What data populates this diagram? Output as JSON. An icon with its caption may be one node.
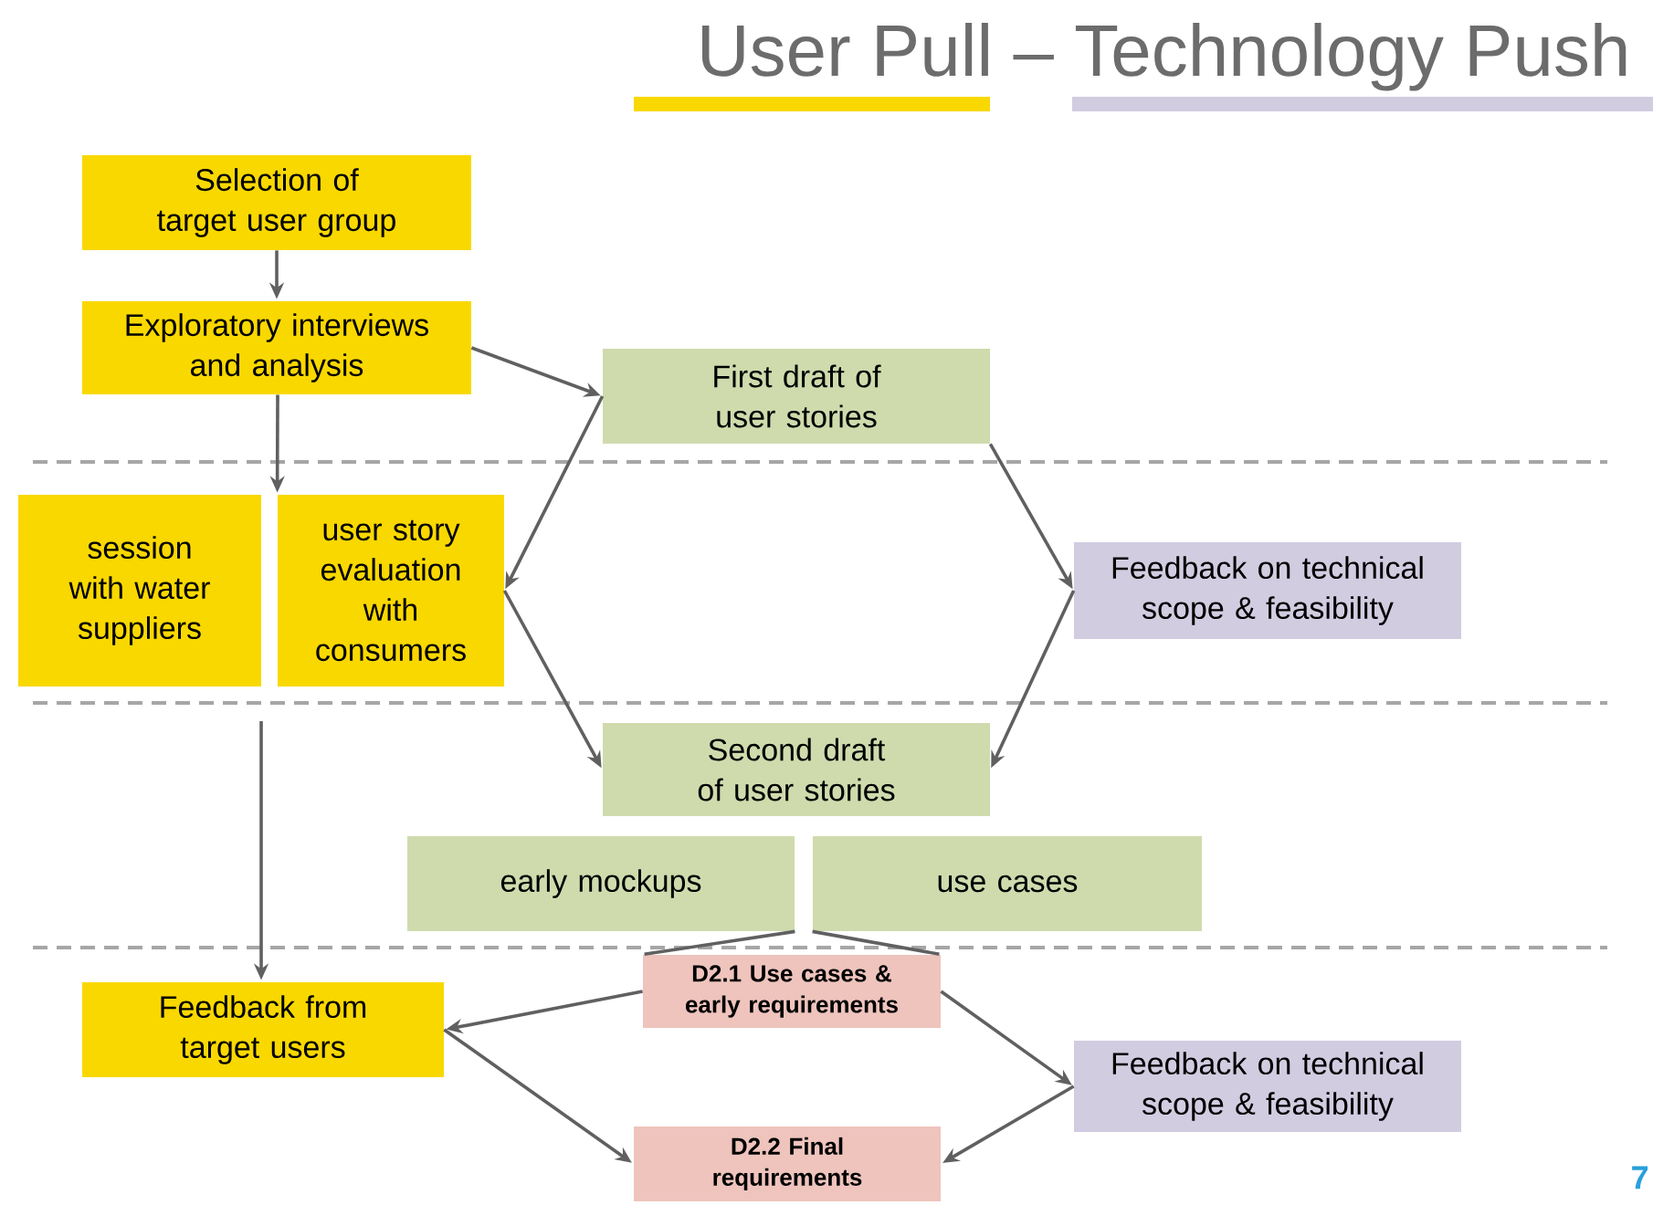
{
  "diagram": {
    "title": "User Pull – Technology Push",
    "nodes": [
      {
        "text": [
          "Selection of target user group"
        ]
      },
      {
        "text": [
          "Exploratory interviews and analysis"
        ]
      },
      {
        "text": [
          "First draft of user stories"
        ]
      },
      {
        "text": [
          "session with water suppliers"
        ]
      },
      {
        "text": [
          "user story evaluation with consumers"
        ]
      },
      {
        "text": [
          "Feedback on technical scope & feasibility"
        ]
      },
      {
        "text": [
          "Second draft of user stories"
        ]
      },
      {
        "text": [
          "early mockups"
        ]
      },
      {
        "text": [
          "use cases"
        ]
      },
      {
        "text": [
          "Feedback from target users"
        ]
      },
      {
        "text": [
          "D2.1 Use cases & early requirements"
        ]
      },
      {
        "text": [
          "Feedback on technical scope & feasibility"
        ]
      },
      {
        "text": [
          "D2.2 Final requirements"
        ]
      }
    ],
    "edges": [
      {
        "from": 0,
        "to": 1,
        "arrow": "to"
      },
      {
        "from": 1,
        "to": 2,
        "arrow": "to"
      },
      {
        "from": 1,
        "to": 4,
        "arrow": "to"
      },
      {
        "from": 2,
        "to": 4,
        "arrow": "to"
      },
      {
        "from": 2,
        "to": 5,
        "arrow": "to"
      },
      {
        "from": 4,
        "to": 6,
        "arrow": "to"
      },
      {
        "from": 5,
        "to": 6,
        "arrow": "to"
      },
      {
        "from": null,
        "to": 9,
        "arrow": "to"
      },
      {
        "from": 7,
        "to": 10,
        "arrow": "none"
      },
      {
        "from": 8,
        "to": 10,
        "arrow": "none"
      },
      {
        "from": 10,
        "to": 9,
        "arrow": "to"
      },
      {
        "from": 10,
        "to": 11,
        "arrow": "to"
      },
      {
        "from": 9,
        "to": 12,
        "arrow": "to"
      },
      {
        "from": 11,
        "to": 12,
        "arrow": "to"
      }
    ],
    "labels": [
      "7"
    ]
  }
}
